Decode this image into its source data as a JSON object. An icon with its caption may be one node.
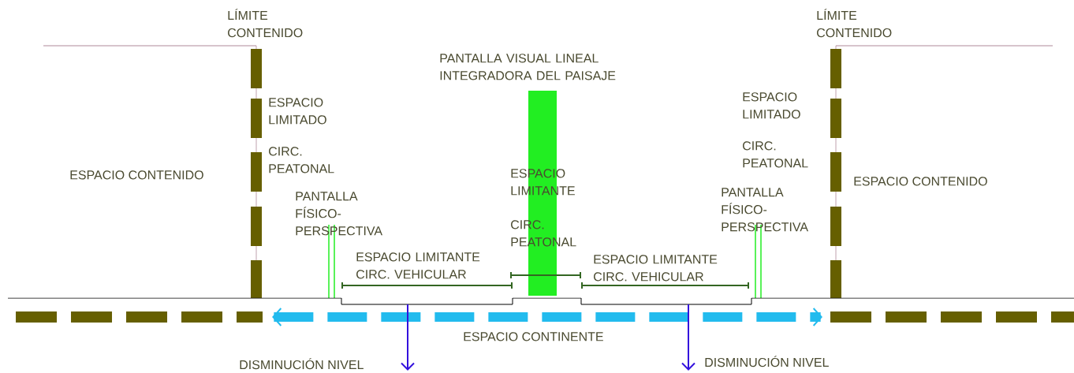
{
  "diagram": {
    "labels": [
      "LÍMITE CONTENIDO",
      "LÍMITE CONTENIDO",
      "PANTALLA VISUAL LINEAL INTEGRADORA DEL PAISAJE",
      "ESPACIO LIMITADO",
      "ESPACIO LIMITADO",
      "CIRC. PEATONAL",
      "CIRC. PEATONAL",
      "ESPACIO CONTENIDO",
      "ESPACIO CONTENIDO",
      "ESPACIO LIMITANTE",
      "PANTALLA FÍSICO- PERSPECTIVA",
      "PANTALLA FÍSICO- PERSPECTIVA",
      "CIRC. PEATONAL",
      "ESPACIO LIMITANTE CIRC. VEHICULAR",
      "ESPACIO LIMITANTE CIRC. VEHICULAR",
      "ESPACIO CONTINENTE",
      "DISMINUCIÓN NIVEL",
      "DISMINUCIÓN NIVEL"
    ]
  }
}
